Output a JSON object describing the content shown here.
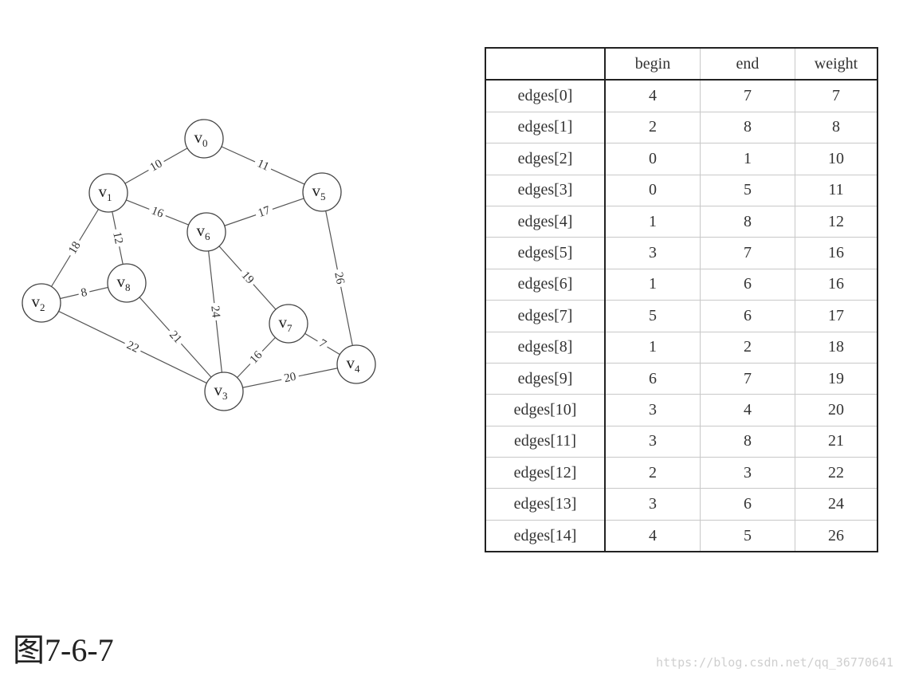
{
  "graph": {
    "nodes": [
      {
        "id": 0,
        "label": "v",
        "sub": "0"
      },
      {
        "id": 1,
        "label": "v",
        "sub": "1"
      },
      {
        "id": 2,
        "label": "v",
        "sub": "2"
      },
      {
        "id": 3,
        "label": "v",
        "sub": "3"
      },
      {
        "id": 4,
        "label": "v",
        "sub": "4"
      },
      {
        "id": 5,
        "label": "v",
        "sub": "5"
      },
      {
        "id": 6,
        "label": "v",
        "sub": "6"
      },
      {
        "id": 7,
        "label": "v",
        "sub": "7"
      },
      {
        "id": 8,
        "label": "v",
        "sub": "8"
      }
    ],
    "edges": [
      {
        "from": 0,
        "to": 1,
        "weight": "10"
      },
      {
        "from": 0,
        "to": 5,
        "weight": "11"
      },
      {
        "from": 1,
        "to": 6,
        "weight": "16"
      },
      {
        "from": 5,
        "to": 6,
        "weight": "17"
      },
      {
        "from": 1,
        "to": 2,
        "weight": "18"
      },
      {
        "from": 1,
        "to": 8,
        "weight": "12"
      },
      {
        "from": 2,
        "to": 8,
        "weight": "8"
      },
      {
        "from": 2,
        "to": 3,
        "weight": "22"
      },
      {
        "from": 8,
        "to": 3,
        "weight": "21"
      },
      {
        "from": 6,
        "to": 3,
        "weight": "24"
      },
      {
        "from": 6,
        "to": 7,
        "weight": "19"
      },
      {
        "from": 5,
        "to": 4,
        "weight": "26"
      },
      {
        "from": 7,
        "to": 4,
        "weight": "7"
      },
      {
        "from": 7,
        "to": 3,
        "weight": "16"
      },
      {
        "from": 3,
        "to": 4,
        "weight": "20"
      }
    ]
  },
  "table": {
    "headers": [
      "",
      "begin",
      "end",
      "weight"
    ],
    "rows": [
      [
        "edges[0]",
        "4",
        "7",
        "7"
      ],
      [
        "edges[1]",
        "2",
        "8",
        "8"
      ],
      [
        "edges[2]",
        "0",
        "1",
        "10"
      ],
      [
        "edges[3]",
        "0",
        "5",
        "11"
      ],
      [
        "edges[4]",
        "1",
        "8",
        "12"
      ],
      [
        "edges[5]",
        "3",
        "7",
        "16"
      ],
      [
        "edges[6]",
        "1",
        "6",
        "16"
      ],
      [
        "edges[7]",
        "5",
        "6",
        "17"
      ],
      [
        "edges[8]",
        "1",
        "2",
        "18"
      ],
      [
        "edges[9]",
        "6",
        "7",
        "19"
      ],
      [
        "edges[10]",
        "3",
        "4",
        "20"
      ],
      [
        "edges[11]",
        "3",
        "8",
        "21"
      ],
      [
        "edges[12]",
        "2",
        "3",
        "22"
      ],
      [
        "edges[13]",
        "3",
        "6",
        "24"
      ],
      [
        "edges[14]",
        "4",
        "5",
        "26"
      ]
    ]
  },
  "caption": "图7-6-7",
  "watermark": "https://blog.csdn.net/qq_36770641"
}
